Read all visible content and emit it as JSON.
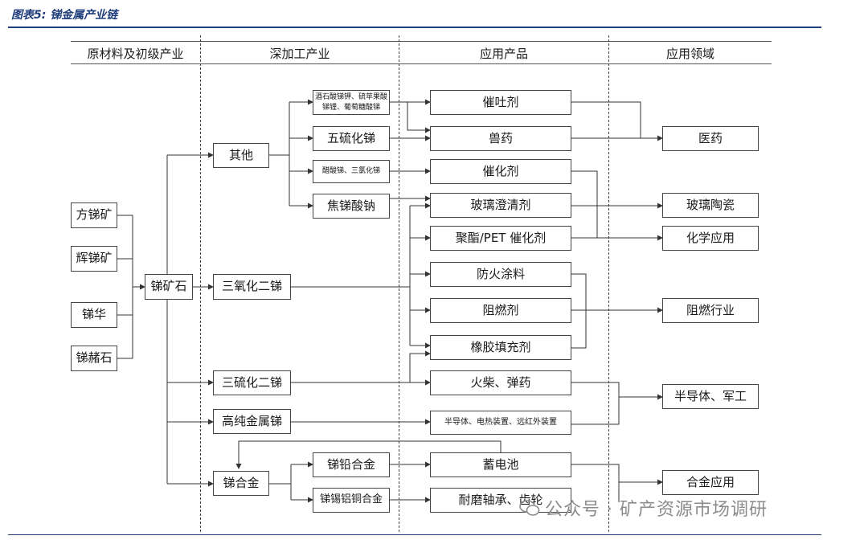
{
  "caption": "图表5:  锑金属产业链",
  "headers": [
    "原材料及初级产业",
    "深加工产业",
    "应用产品",
    "应用领域"
  ],
  "raw": [
    "方锑矿",
    "辉锑矿",
    "锑华",
    "锑赭石"
  ],
  "primary": "锑矿石",
  "processing": [
    "其他",
    "三氧化二锑",
    "三硫化二锑",
    "高纯金属锑",
    "锑合金"
  ],
  "subproducts": {
    "tartrate": "酒石酸锑钾、硫苹果酸锑锂、葡萄糖酸锑",
    "pentasulfide": "五硫化锑",
    "acetate": "醋酸锑、三氯化锑",
    "pyroantimonate": "焦锑酸钠",
    "lead_alloy": "锑铅合金",
    "tin_alloy": "锑锡铝铜合金"
  },
  "products": [
    "催吐剂",
    "兽药",
    "催化剂",
    "玻璃澄清剂",
    "聚酯/PET 催化剂",
    "防火涂料",
    "阻燃剂",
    "橡胶填充剂",
    "火柴、弹药",
    "半导体、电热装置、远红外装置",
    "蓄电池",
    "耐磨轴承、齿轮"
  ],
  "fields": [
    "医药",
    "玻璃陶瓷",
    "化学应用",
    "阻燃行业",
    "半导体、军工",
    "合金应用"
  ],
  "watermark": "公众号 · 矿产资源市场调研"
}
